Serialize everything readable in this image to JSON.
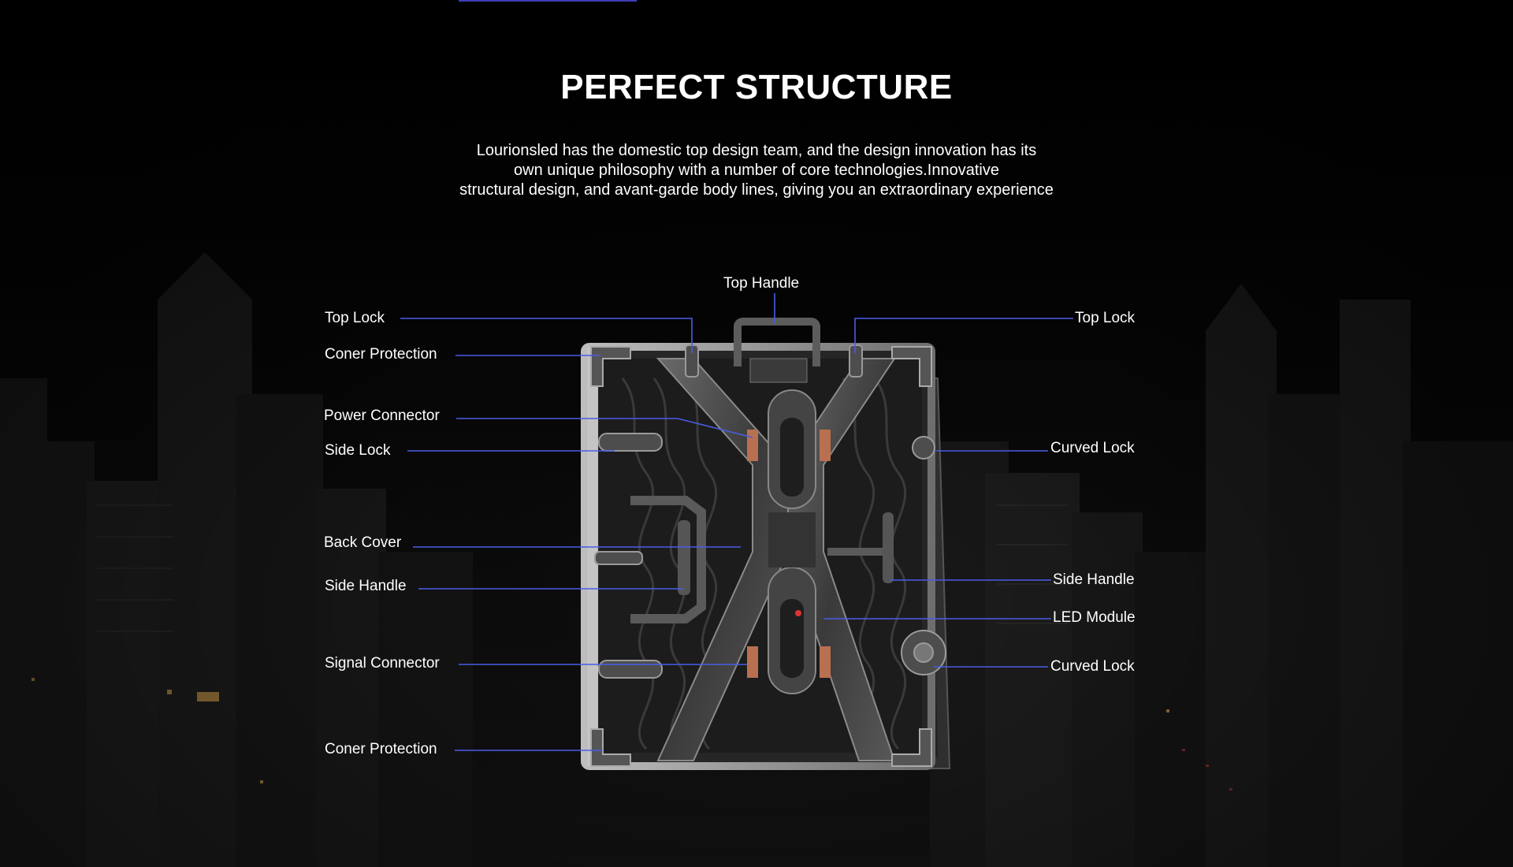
{
  "header": {
    "title": "PERFECT STRUCTURE",
    "description_lines": [
      "Lourionsled has the domestic top design team, and the design innovation has its",
      "own unique philosophy with a number of core technologies.Innovative",
      "structural design, and avant-garde body lines, giving you an extraordinary experience"
    ]
  },
  "diagram": {
    "labels": {
      "top_handle": "Top Handle",
      "top_lock_left": "Top Lock",
      "top_lock_right": "Top Lock",
      "corner_protection_top": "Coner Protection",
      "power_connector": "Power Connector",
      "side_lock": "Side Lock",
      "curved_lock_top": "Curved Lock",
      "back_cover": "Back Cover",
      "side_handle_left": "Side Handle",
      "side_handle_right": "Side Handle",
      "led_module": "LED Module",
      "signal_connector": "Signal Connector",
      "curved_lock_bottom": "Curved Lock",
      "corner_protection_bottom": "Coner Protection"
    }
  },
  "colors": {
    "background": "#000000",
    "leader_line": "#4a5ce6",
    "text": "#ffffff"
  }
}
